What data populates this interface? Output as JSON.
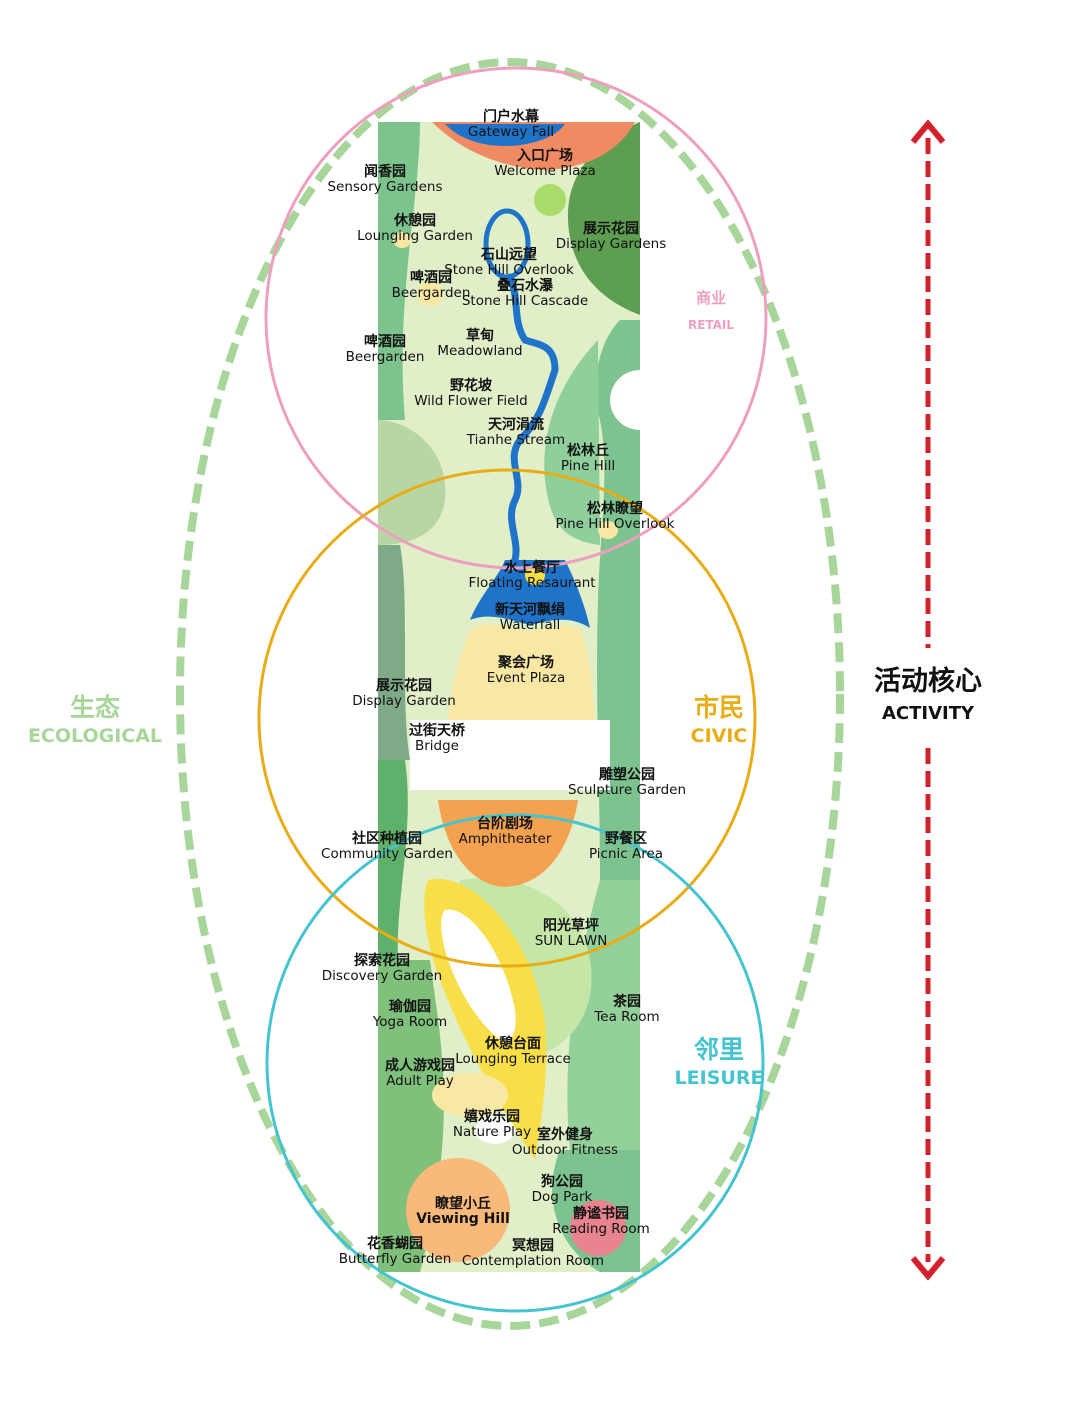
{
  "zones": {
    "retail": {
      "zh": "商业",
      "en": "RETAIL",
      "color": "#ee9fc0"
    },
    "ecological": {
      "zh": "生态",
      "en": "ECOLOGICAL",
      "color": "#a8d69a"
    },
    "civic": {
      "zh": "市民",
      "en": "CIVIC",
      "color": "#e8ad16"
    },
    "leisure": {
      "zh": "邻里",
      "en": "LEISURE",
      "color": "#45c4cf"
    }
  },
  "activity": {
    "zh": "活动核心",
    "en": "ACTIVITY",
    "color": "#d3202b"
  },
  "places": {
    "gateway_fall": {
      "zh": "门户水幕",
      "en": "Gateway Fall"
    },
    "welcome_plaza": {
      "zh": "入口广场",
      "en": "Welcome Plaza"
    },
    "sensory_gardens": {
      "zh": "闻香园",
      "en": "Sensory Gardens"
    },
    "lounging_garden": {
      "zh": "休憩园",
      "en": "Lounging Garden"
    },
    "display_gardens": {
      "zh": "展示花园",
      "en": "Display Gardens"
    },
    "stone_hill_overlook": {
      "zh": "石山远望",
      "en": "Stone Hill Overlook"
    },
    "beergarden_1": {
      "zh": "啤酒园",
      "en": "Beergarden"
    },
    "stone_hill_cascade": {
      "zh": "叠石水瀑",
      "en": "Stone Hill Cascade"
    },
    "beergarden_2": {
      "zh": "啤酒园",
      "en": "Beergarden"
    },
    "meadowland": {
      "zh": "草甸",
      "en": "Meadowland"
    },
    "wild_flower_field": {
      "zh": "野花坡",
      "en": "Wild Flower Field"
    },
    "tianhe_stream": {
      "zh": "天河涓流",
      "en": "Tianhe Stream"
    },
    "pine_hill": {
      "zh": "松林丘",
      "en": "Pine Hill"
    },
    "pine_hill_overlook": {
      "zh": "松林瞭望",
      "en": "Pine Hill Overlook"
    },
    "floating_restaurant": {
      "zh": "水上餐厅",
      "en": "Floating Resaurant"
    },
    "waterfall": {
      "zh": "新天河飘绢",
      "en": "Waterfall"
    },
    "event_plaza": {
      "zh": "聚会广场",
      "en": "Event Plaza"
    },
    "display_garden": {
      "zh": "展示花园",
      "en": "Display Garden"
    },
    "bridge": {
      "zh": "过街天桥",
      "en": "Bridge"
    },
    "sculpture_garden": {
      "zh": "雕塑公园",
      "en": "Sculpture Garden"
    },
    "amphitheater": {
      "zh": "台阶剧场",
      "en": "Amphitheater"
    },
    "community_garden": {
      "zh": "社区种植园",
      "en": "Community Garden"
    },
    "picnic_area": {
      "zh": "野餐区",
      "en": "Picnic Area"
    },
    "sun_lawn": {
      "zh": "阳光草坪",
      "en": "SUN LAWN"
    },
    "discovery_garden": {
      "zh": "探索花园",
      "en": "Discovery Garden"
    },
    "yoga_room": {
      "zh": "瑜伽园",
      "en": "Yoga Room"
    },
    "tea_room": {
      "zh": "茶园",
      "en": "Tea Room"
    },
    "lounging_terrace": {
      "zh": "休憩台面",
      "en": "Lounging Terrace"
    },
    "adult_play": {
      "zh": "成人游戏园",
      "en": "Adult Play"
    },
    "nature_play": {
      "zh": "嬉戏乐园",
      "en": "Nature Play"
    },
    "outdoor_fitness": {
      "zh": "室外健身",
      "en": "Outdoor Fitness"
    },
    "dog_park": {
      "zh": "狗公园",
      "en": "Dog Park"
    },
    "viewing_hill": {
      "zh": "瞭望小丘",
      "en": "Viewing Hill"
    },
    "reading_room": {
      "zh": "静谧书园",
      "en": "Reading Room"
    },
    "butterfly_garden": {
      "zh": "花香蝴园",
      "en": "Butterfly Garden"
    },
    "contemplation_room": {
      "zh": "冥想园",
      "en": "Contemplation Room"
    }
  },
  "colors": {
    "light_green": "#e0efc8",
    "mid_green": "#9fd28f",
    "band_green": "#78c290",
    "dark_green": "#5a9c4c",
    "grey_green": "#7faa87",
    "water_blue": "#1f74c9",
    "orange": "#f4a24f",
    "salmon": "#f08a62",
    "cream": "#f9e8a4",
    "yellow": "#f8df49",
    "pink_spot": "#e8848e",
    "lime": "#a9dc6a"
  }
}
